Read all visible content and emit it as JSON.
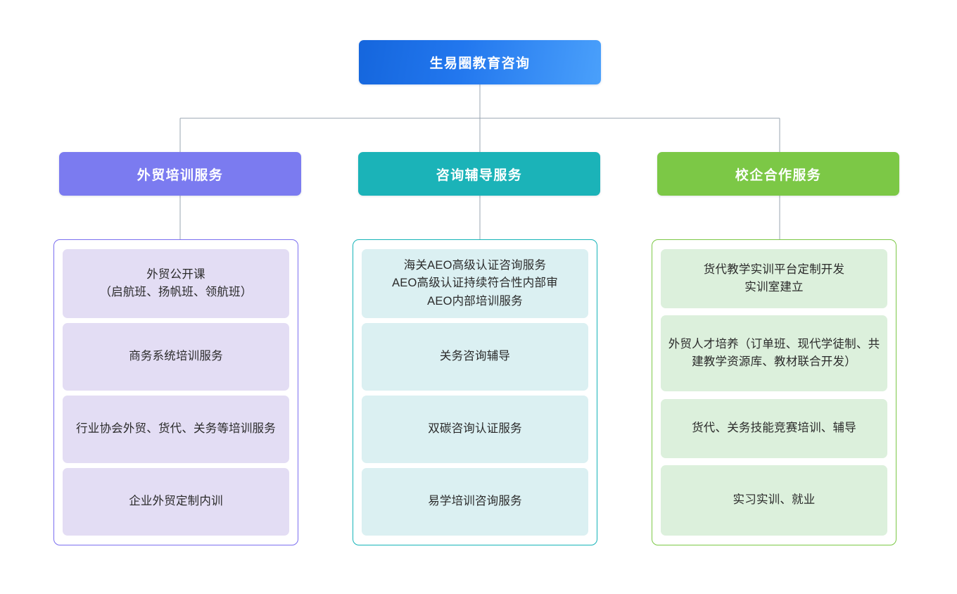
{
  "diagram": {
    "type": "organization-tree",
    "root": {
      "label": "生易圈教育咨询",
      "color": "#2277ee"
    },
    "connector_color": "#9aa4b0",
    "branches": [
      {
        "label": "外贸培训服务",
        "header_color": "#7b7bf0",
        "border_color": "#7b6ef0",
        "item_color": "#e3ddf4",
        "items": [
          {
            "label": "外贸公开课\n（启航班、扬帆班、领航班）"
          },
          {
            "label": "商务系统培训服务"
          },
          {
            "label": "行业协会外贸、货代、关务等培训服务"
          },
          {
            "label": "企业外贸定制内训"
          }
        ]
      },
      {
        "label": "咨询辅导服务",
        "header_color": "#1bb3b8",
        "border_color": "#15b4b8",
        "item_color": "#dbf0f2",
        "items": [
          {
            "label": "海关AEO高级认证咨询服务\nAEO高级认证持续符合性内部审\nAEO内部培训服务"
          },
          {
            "label": "关务咨询辅导"
          },
          {
            "label": "双碳咨询认证服务"
          },
          {
            "label": "易学培训咨询服务"
          }
        ]
      },
      {
        "label": "校企合作服务",
        "header_color": "#7cc846",
        "border_color": "#7cc846",
        "item_color": "#dcf0dc",
        "items": [
          {
            "label": "货代教学实训平台定制开发\n实训室建立"
          },
          {
            "label": "外贸人才培养（订单班、现代学徒制、共建教学资源库、教材联合开发）"
          },
          {
            "label": "货代、关务技能竞赛培训、辅导"
          },
          {
            "label": "实习实训、就业"
          }
        ]
      }
    ]
  }
}
